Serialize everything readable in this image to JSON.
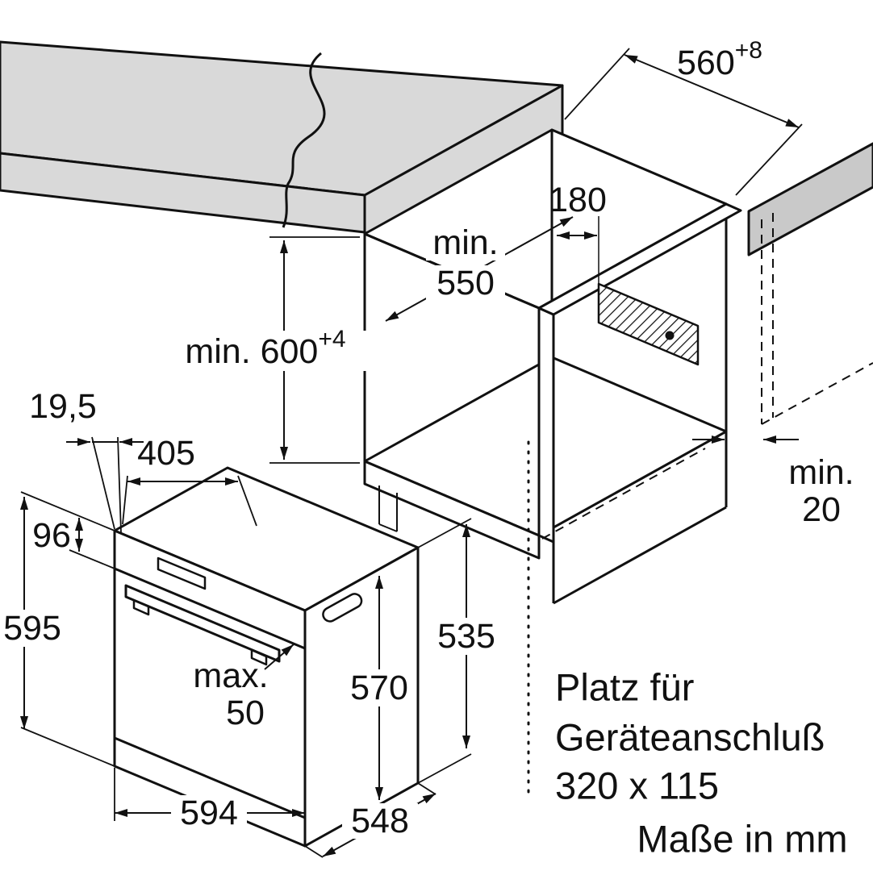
{
  "dimensions": {
    "niche_height": {
      "value": "min. 600",
      "tolerance": "+4"
    },
    "niche_width": {
      "value": "560",
      "tolerance": "+8"
    },
    "niche_depth": {
      "line1": "min.",
      "line2": "550"
    },
    "connection_offset": "180",
    "rear_gap": {
      "line1": "min.",
      "line2": "20"
    },
    "front_offset": "19,5",
    "top_vent_width": "405",
    "control_panel_height": "96",
    "oven_total_height": "595",
    "door_protrusion": {
      "line1": "max.",
      "line2": "50"
    },
    "front_height": "570",
    "casing_height": "535",
    "oven_width": "594",
    "casing_depth": "548"
  },
  "notes": {
    "connection_area_line1": "Platz für",
    "connection_area_line2": "Geräteanschluß",
    "connection_area_line3": "320 x 115",
    "units": "Maße in mm"
  },
  "colors": {
    "surface": "#d9d9d9",
    "wall": "#c9c9c9",
    "line": "#111111"
  }
}
